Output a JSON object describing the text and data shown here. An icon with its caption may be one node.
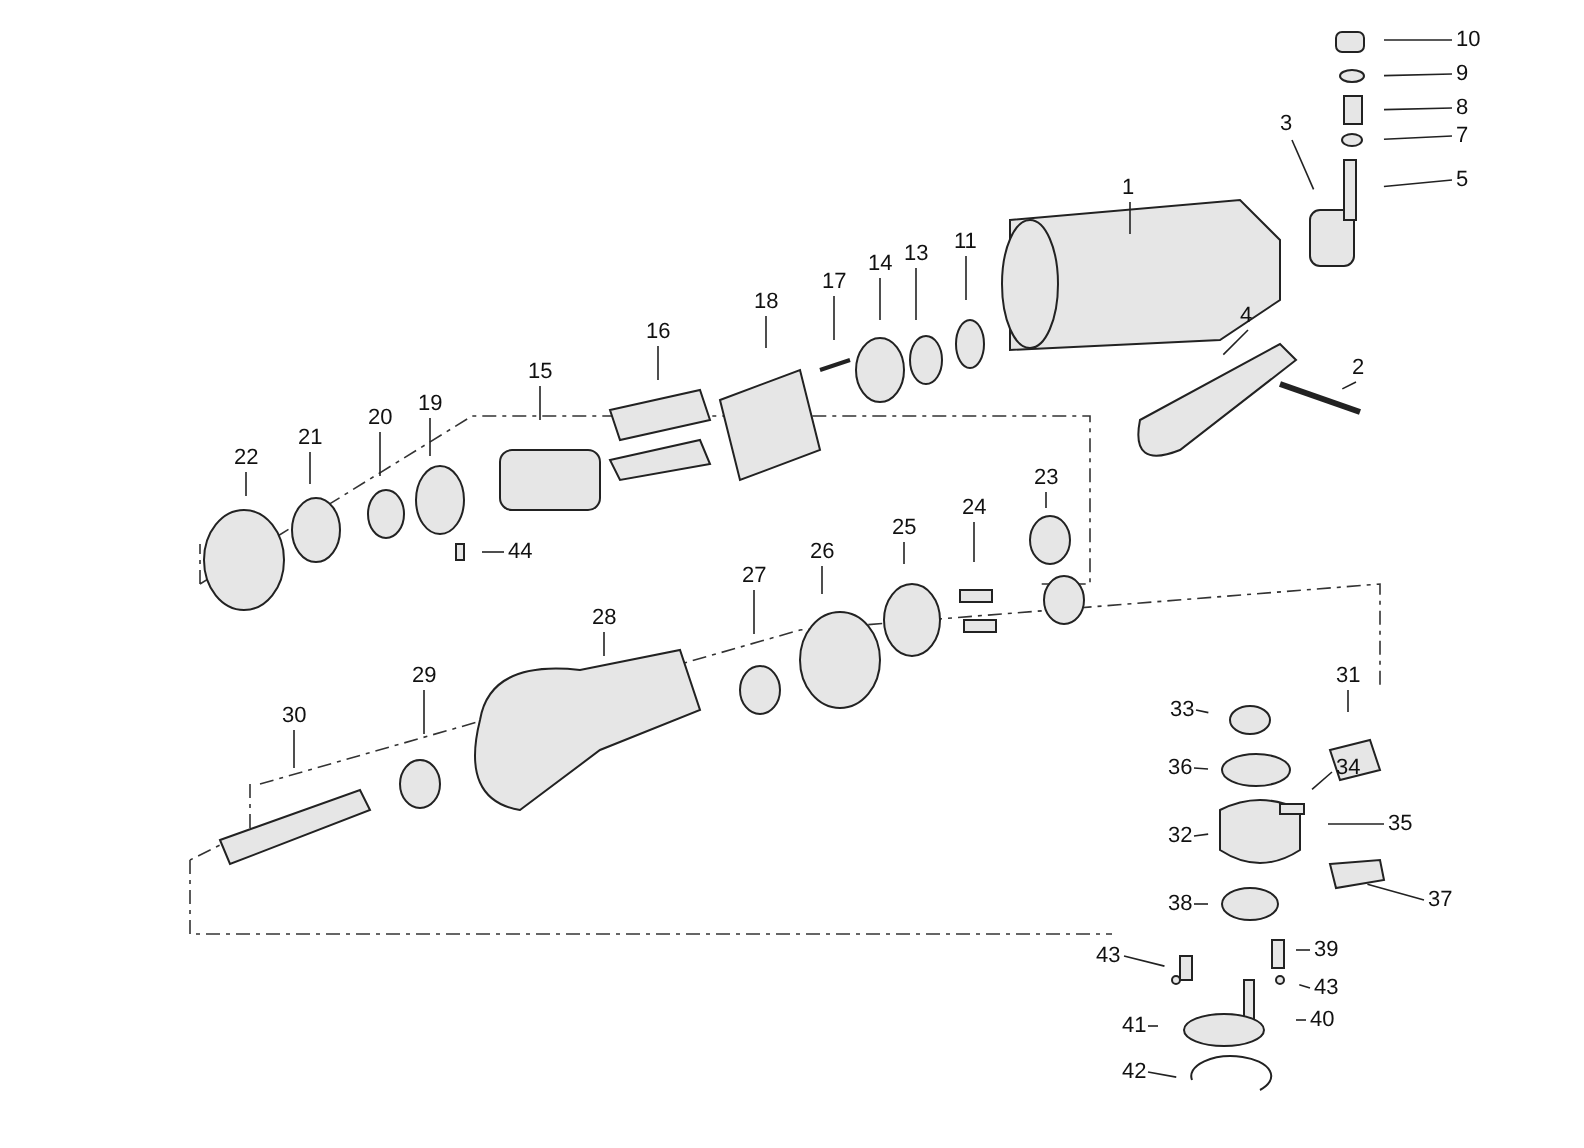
{
  "diagram": {
    "nodes": [
      {
        "text": [
          "10"
        ]
      },
      {
        "text": [
          "9"
        ]
      },
      {
        "text": [
          "8"
        ]
      },
      {
        "text": [
          "7"
        ]
      },
      {
        "text": [
          "5"
        ]
      },
      {
        "text": [
          "3"
        ]
      },
      {
        "text": [
          "1"
        ]
      },
      {
        "text": [
          "4"
        ]
      },
      {
        "text": [
          "2"
        ]
      },
      {
        "text": [
          "11"
        ]
      },
      {
        "text": [
          "13"
        ]
      },
      {
        "text": [
          "14"
        ]
      },
      {
        "text": [
          "17"
        ]
      },
      {
        "text": [
          "18"
        ]
      },
      {
        "text": [
          "16"
        ]
      },
      {
        "text": [
          "15"
        ]
      },
      {
        "text": [
          "19"
        ]
      },
      {
        "text": [
          "20"
        ]
      },
      {
        "text": [
          "21"
        ]
      },
      {
        "text": [
          "22"
        ]
      },
      {
        "text": [
          "44"
        ]
      },
      {
        "text": [
          "23"
        ]
      },
      {
        "text": [
          "24"
        ]
      },
      {
        "text": [
          "25"
        ]
      },
      {
        "text": [
          "26"
        ]
      },
      {
        "text": [
          "27"
        ]
      },
      {
        "text": [
          "28"
        ]
      },
      {
        "text": [
          "29"
        ]
      },
      {
        "text": [
          "30"
        ]
      },
      {
        "text": [
          "31"
        ]
      },
      {
        "text": [
          "33"
        ]
      },
      {
        "text": [
          "36"
        ]
      },
      {
        "text": [
          "34"
        ]
      },
      {
        "text": [
          "35"
        ]
      },
      {
        "text": [
          "32"
        ]
      },
      {
        "text": [
          "37"
        ]
      },
      {
        "text": [
          "38"
        ]
      },
      {
        "text": [
          "39"
        ]
      },
      {
        "text": [
          "43"
        ]
      },
      {
        "text": [
          "43"
        ]
      },
      {
        "text": [
          "41"
        ]
      },
      {
        "text": [
          "40"
        ]
      },
      {
        "text": [
          "42"
        ]
      }
    ],
    "edges": [
      {
        "from": 0,
        "to": null,
        "arrow": "none"
      },
      {
        "from": 1,
        "to": null,
        "arrow": "none"
      },
      {
        "from": 2,
        "to": null,
        "arrow": "none"
      },
      {
        "from": 3,
        "to": null,
        "arrow": "none"
      },
      {
        "from": 4,
        "to": null,
        "arrow": "none"
      },
      {
        "from": 5,
        "to": null,
        "arrow": "none"
      },
      {
        "from": 6,
        "to": null,
        "arrow": "none"
      },
      {
        "from": 7,
        "to": null,
        "arrow": "none"
      },
      {
        "from": 8,
        "to": null,
        "arrow": "none"
      },
      {
        "from": 9,
        "to": null,
        "arrow": "none"
      },
      {
        "from": 10,
        "to": null,
        "arrow": "none"
      },
      {
        "from": 11,
        "to": null,
        "arrow": "none"
      },
      {
        "from": 12,
        "to": null,
        "arrow": "none"
      },
      {
        "from": 13,
        "to": null,
        "arrow": "none"
      },
      {
        "from": 14,
        "to": null,
        "arrow": "none"
      },
      {
        "from": 15,
        "to": null,
        "arrow": "none"
      },
      {
        "from": 16,
        "to": null,
        "arrow": "none"
      },
      {
        "from": 17,
        "to": null,
        "arrow": "none"
      },
      {
        "from": 18,
        "to": null,
        "arrow": "none"
      },
      {
        "from": 19,
        "to": null,
        "arrow": "none"
      },
      {
        "from": 20,
        "to": null,
        "arrow": "none"
      },
      {
        "from": 21,
        "to": null,
        "arrow": "none"
      },
      {
        "from": 22,
        "to": null,
        "arrow": "none"
      },
      {
        "from": 23,
        "to": null,
        "arrow": "none"
      },
      {
        "from": 24,
        "to": null,
        "arrow": "none"
      },
      {
        "from": 25,
        "to": null,
        "arrow": "none"
      },
      {
        "from": 26,
        "to": null,
        "arrow": "none"
      },
      {
        "from": 27,
        "to": null,
        "arrow": "none"
      },
      {
        "from": 28,
        "to": null,
        "arrow": "none"
      },
      {
        "from": 29,
        "to": null,
        "arrow": "none"
      },
      {
        "from": 30,
        "to": null,
        "arrow": "none"
      },
      {
        "from": 31,
        "to": null,
        "arrow": "none"
      },
      {
        "from": 32,
        "to": null,
        "arrow": "none"
      },
      {
        "from": 33,
        "to": null,
        "arrow": "none"
      },
      {
        "from": 34,
        "to": null,
        "arrow": "none"
      },
      {
        "from": 35,
        "to": null,
        "arrow": "none"
      },
      {
        "from": 36,
        "to": null,
        "arrow": "none"
      },
      {
        "from": 37,
        "to": null,
        "arrow": "none"
      },
      {
        "from": 38,
        "to": null,
        "arrow": "none"
      },
      {
        "from": 39,
        "to": null,
        "arrow": "none"
      },
      {
        "from": 40,
        "to": null,
        "arrow": "none"
      },
      {
        "from": 41,
        "to": null,
        "arrow": "none"
      },
      {
        "from": 42,
        "to": null,
        "arrow": "none"
      }
    ]
  }
}
